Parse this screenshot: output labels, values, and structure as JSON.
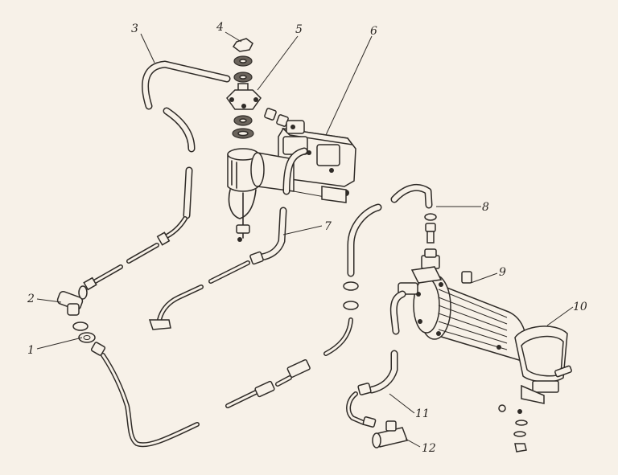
{
  "part_labels": [
    "1",
    "2",
    "3",
    "4",
    "5",
    "6",
    "7",
    "8",
    "9",
    "10",
    "11",
    "12"
  ]
}
